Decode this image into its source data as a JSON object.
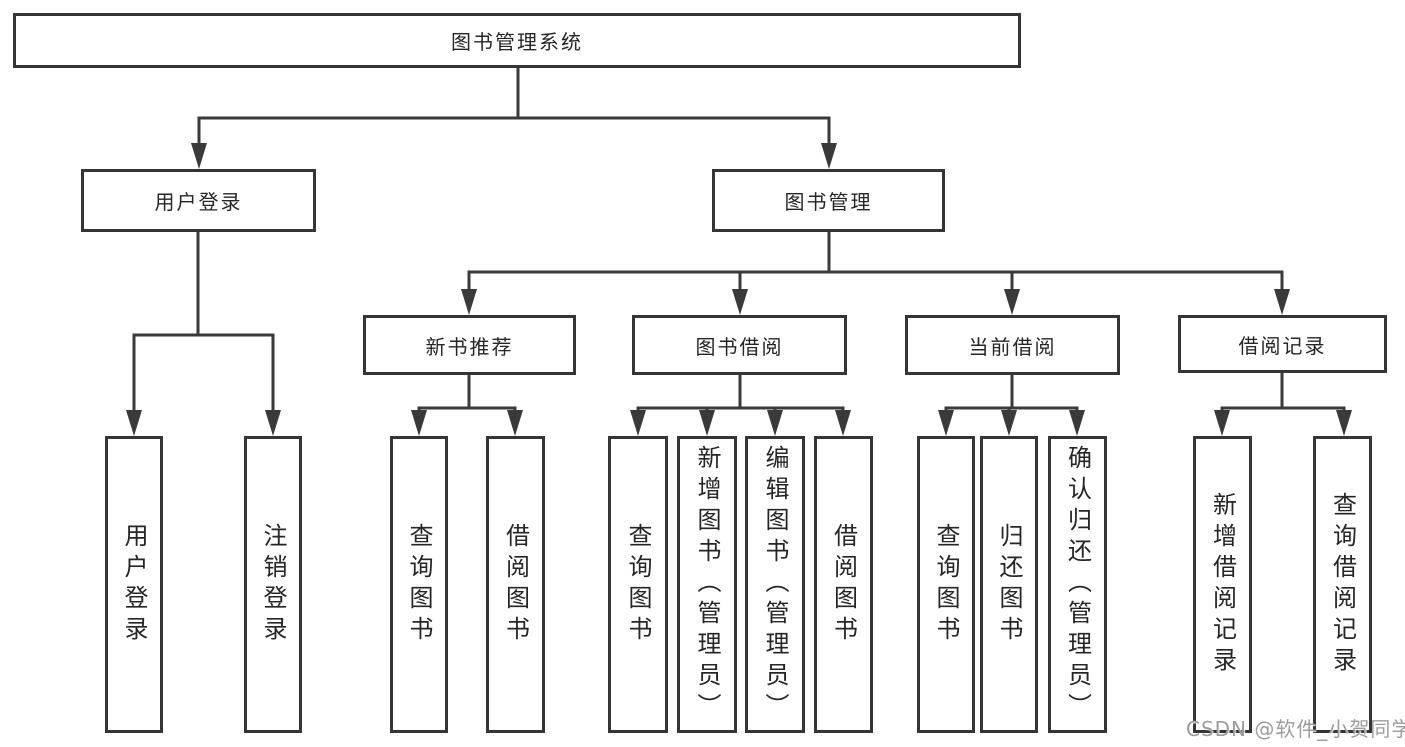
{
  "colors": {
    "line": "#3a3a3a",
    "border": "#353535",
    "fill": "#ffffff",
    "text": "#262626",
    "watermark": "#9c9c9c"
  },
  "diagram": {
    "root": {
      "label": "图书管理系统"
    },
    "branches": [
      {
        "label": "用户登录",
        "children": [
          {
            "label": "用户登录"
          },
          {
            "label": "注销登录"
          }
        ]
      },
      {
        "label": "图书管理",
        "children": [
          {
            "label": "新书推荐",
            "children": [
              {
                "label": "查询图书"
              },
              {
                "label": "借阅图书"
              }
            ]
          },
          {
            "label": "图书借阅",
            "children": [
              {
                "label": "查询图书"
              },
              {
                "label": "新增图书（管理员）"
              },
              {
                "label": "编辑图书（管理员）"
              },
              {
                "label": "借阅图书"
              }
            ]
          },
          {
            "label": "当前借阅",
            "children": [
              {
                "label": "查询图书"
              },
              {
                "label": "归还图书"
              },
              {
                "label": "确认归还（管理员）"
              }
            ]
          },
          {
            "label": "借阅记录",
            "children": [
              {
                "label": "新增借阅记录"
              },
              {
                "label": "查询借阅记录"
              }
            ]
          }
        ]
      }
    ]
  },
  "watermark": {
    "text": "CSDN @软件_小贺同学"
  }
}
